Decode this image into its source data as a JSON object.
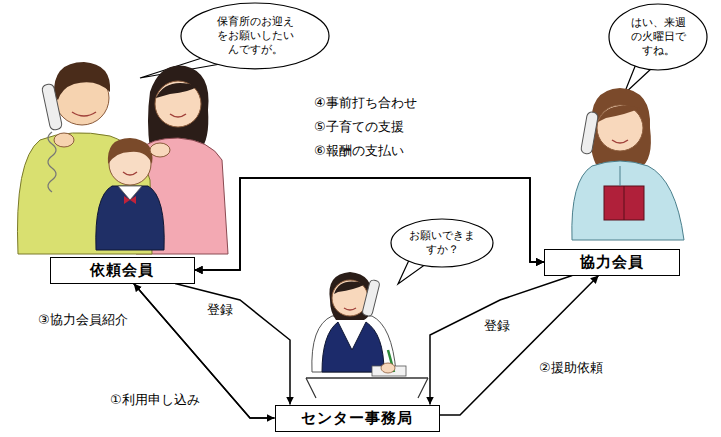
{
  "diagram": {
    "nodes": [
      {
        "text": [
          "保育所のお迎えをお願いしたいんですが。"
        ]
      },
      {
        "text": [
          "はい、来週の火曜日ですね。"
        ]
      },
      {
        "text": [
          "依頼会員"
        ]
      },
      {
        "text": [
          "協力会員"
        ]
      },
      {
        "text": [
          "お願いできますか？"
        ]
      },
      {
        "text": [
          "センター事務局"
        ]
      }
    ],
    "edges": [
      {
        "from": 2,
        "to": 3,
        "arrow": "both",
        "label": "④事前打ち合わせ"
      },
      {
        "from": 2,
        "to": 3,
        "arrow": "both",
        "label": "⑤子育ての支援"
      },
      {
        "from": 2,
        "to": 3,
        "arrow": "both",
        "label": "⑥報酬の支払い"
      },
      {
        "from": 2,
        "to": 5,
        "arrow": "to",
        "label": "登録"
      },
      {
        "from": 3,
        "to": 5,
        "arrow": "to",
        "label": "登録"
      },
      {
        "from": 5,
        "to": 2,
        "arrow": "to",
        "label": "③協力会員紹介"
      },
      {
        "from": 2,
        "to": 5,
        "arrow": "to",
        "label": "①利用申し込み"
      },
      {
        "from": 5,
        "to": 3,
        "arrow": "to",
        "label": "②援助依頼"
      }
    ]
  }
}
